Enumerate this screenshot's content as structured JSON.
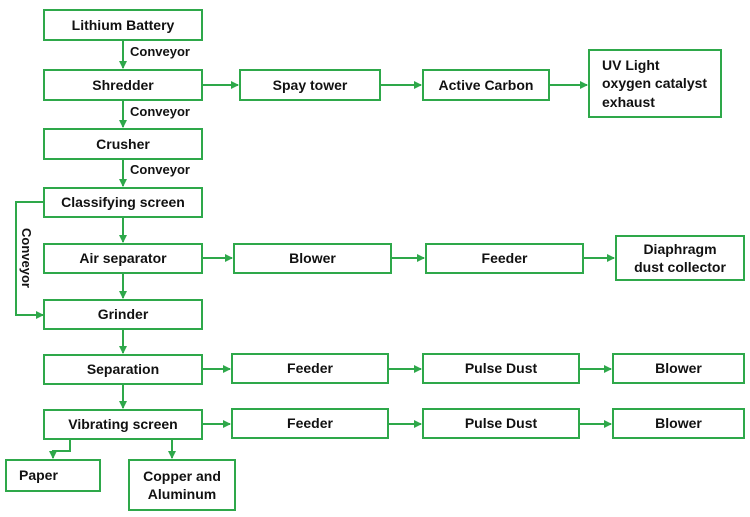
{
  "colors": {
    "line": "#2ea84a",
    "text": "#111111",
    "background": "#ffffff"
  },
  "nodes": {
    "lithium_battery": "Lithium Battery",
    "shredder": "Shredder",
    "spray_tower": "Spay tower",
    "active_carbon": "Active Carbon",
    "uv_light": [
      "UV Light",
      "oxygen catalyst",
      "exhaust"
    ],
    "crusher": "Crusher",
    "classifying_screen": "Classifying screen",
    "air_separator": "Air separator",
    "blower_1": "Blower",
    "feeder_1": "Feeder",
    "diaphragm": [
      "Diaphragm",
      "dust collector"
    ],
    "grinder": "Grinder",
    "separation": "Separation",
    "feeder_2": "Feeder",
    "pulse_dust_1": "Pulse Dust",
    "blower_2": "Blower",
    "vibrating_screen": "Vibrating screen",
    "feeder_3": "Feeder",
    "pulse_dust_2": "Pulse Dust",
    "blower_3": "Blower",
    "paper": "Paper",
    "copper_aluminum": [
      "Copper and",
      "Aluminum"
    ]
  },
  "labels": {
    "conveyor_1": "Conveyor",
    "conveyor_2": "Conveyor",
    "conveyor_3": "Conveyor",
    "conveyor_side": "Conveyor"
  }
}
